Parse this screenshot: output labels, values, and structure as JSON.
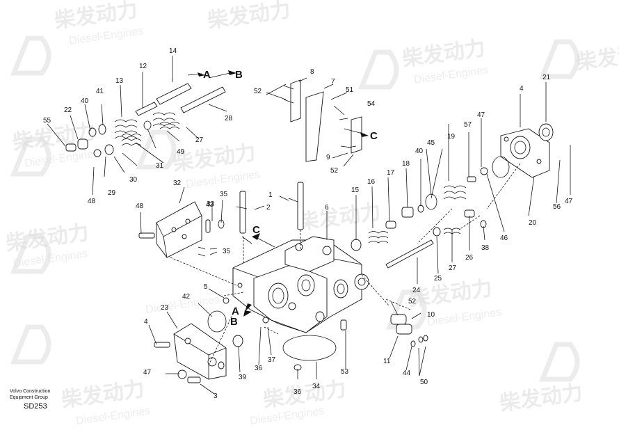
{
  "watermark": {
    "brand": "柴发动力",
    "brand_en": "Diesel-Engines"
  },
  "footer": {
    "maker_line1": "Volvo Construction",
    "maker_line2": "Equipment Group",
    "code": "SD253"
  },
  "letters": {
    "a": "A",
    "b": "B",
    "c": "C"
  },
  "callouts": [
    "1",
    "2",
    "3",
    "4",
    "5",
    "6",
    "7",
    "8",
    "9",
    "10",
    "11",
    "12",
    "13",
    "14",
    "15",
    "16",
    "17",
    "18",
    "19",
    "20",
    "21",
    "22",
    "23",
    "24",
    "25",
    "26",
    "27",
    "28",
    "29",
    "30",
    "31",
    "32",
    "33",
    "34",
    "35",
    "36",
    "37",
    "38",
    "39",
    "40",
    "41",
    "42",
    "43",
    "44",
    "45",
    "46",
    "47",
    "48",
    "49",
    "50",
    "51",
    "52",
    "53",
    "54",
    "55",
    "56",
    "57"
  ]
}
